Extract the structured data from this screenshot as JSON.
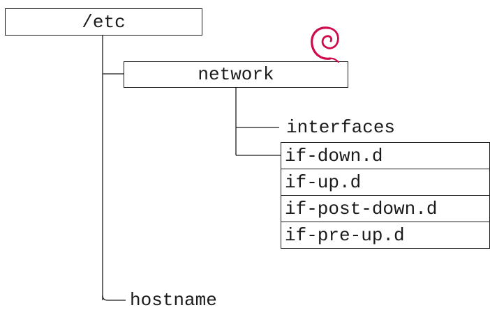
{
  "diagram": {
    "root": "/etc",
    "network": "network",
    "interfaces": "interfaces",
    "subdirs": [
      "if-down.d",
      "if-up.d",
      "if-post-down.d",
      "if-pre-up.d"
    ],
    "hostname": "hostname"
  },
  "colors": {
    "line": "#1a1a1a",
    "logo": "#cf0a4f"
  },
  "icons": {
    "logo": "debian-swirl-icon"
  }
}
